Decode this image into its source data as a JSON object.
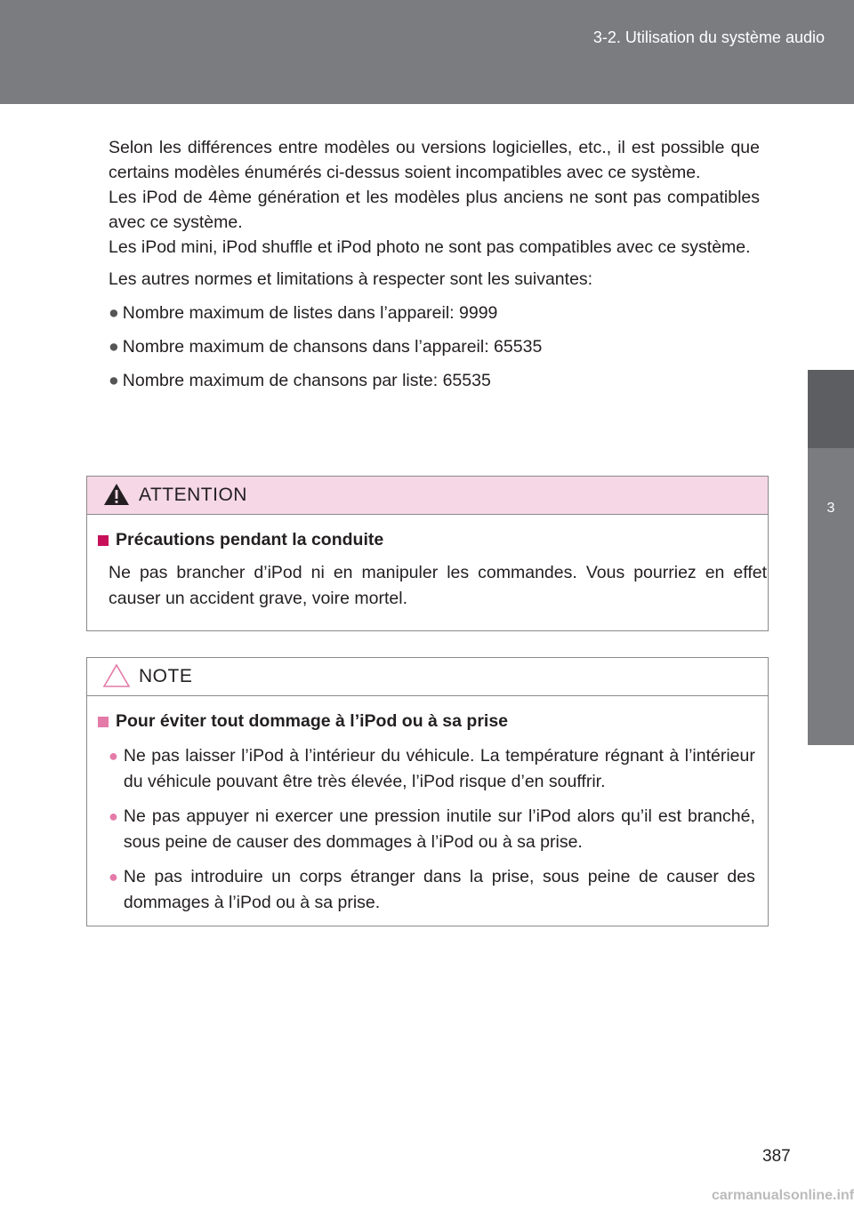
{
  "header": {
    "section": "3-2. Utilisation du système audio"
  },
  "side_tab": {
    "chapter_number": "3",
    "chapter_title": "Équipements intérieurs"
  },
  "body": {
    "paragraph1": "Selon les différences entre modèles ou versions logicielles, etc., il est possible que certains modèles énumérés ci-dessus soient incompatibles avec ce système.",
    "paragraph2": "Les iPod de 4ème génération et les modèles plus anciens ne sont pas compatibles avec ce système.",
    "paragraph3": "Les iPod mini, iPod shuffle et iPod photo ne sont pas compatibles avec ce système.",
    "paragraph4": "Les autres normes et limitations à respecter sont les suivantes:",
    "bullets": [
      "Nombre maximum de listes dans l’appareil: 9999",
      "Nombre maximum de chansons dans l’appareil: 65535",
      "Nombre maximum de chansons par liste: 65535"
    ]
  },
  "attention": {
    "title": "ATTENTION",
    "subheading": "Précautions pendant la conduite",
    "text": "Ne pas brancher d’iPod ni en manipuler les commandes. Vous pourriez en effet causer un accident grave, voire mortel."
  },
  "note": {
    "title": "NOTE",
    "subheading": "Pour éviter tout dommage à l’iPod ou à sa prise",
    "items": [
      "Ne pas laisser l’iPod à l’intérieur du véhicule. La température régnant à l’intérieur du véhicule pouvant être très élevée, l’iPod risque d’en souffrir.",
      "Ne pas appuyer ni exercer une pression inutile sur l’iPod alors qu’il est branché, sous peine de causer des dommages à l’iPod ou à sa prise.",
      "Ne pas introduire un corps étranger dans la prise, sous peine de causer des dommages à l’iPod ou à sa prise."
    ]
  },
  "page_number": "387",
  "watermark": "carmanualsonline.info"
}
